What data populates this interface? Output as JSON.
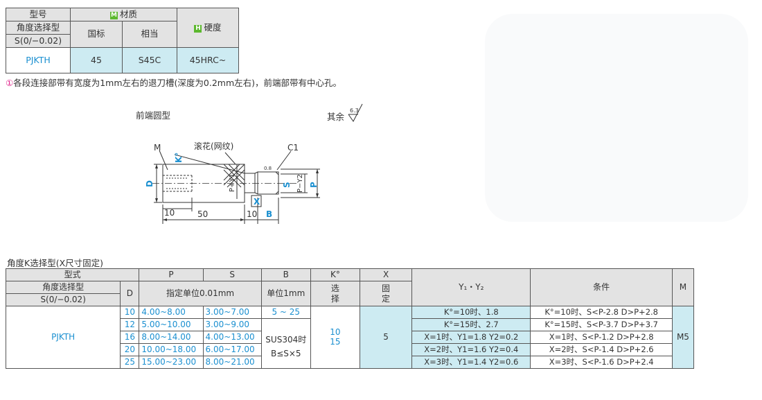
{
  "spec_table": {
    "header": {
      "model": "型号",
      "material": "材质",
      "material_badge": "M",
      "hardness": "硬度",
      "hardness_badge": "H",
      "angle_type": "角度选择型",
      "tolerance": "S(0/−0.02)",
      "gb": "国标",
      "equiv": "相当"
    },
    "row": {
      "model": "PJKTH",
      "gb": "45",
      "equiv": "S45C",
      "hardness": "45HRC~"
    }
  },
  "note": {
    "mark": "①",
    "text": "各段连接部带有宽度为1mm左右的退刀槽(深度为0.2mm左右)，前端部带有中心孔。"
  },
  "drawing": {
    "title": "前端圆型",
    "roughness_label": "其余",
    "roughness_value": "6.3",
    "labels": {
      "m": "M",
      "k": "K°",
      "knurl": "滚花(网纹)",
      "c1": "C1",
      "d": "D",
      "py1": "P+Y1",
      "py2": "P−Y2",
      "s": "S",
      "p": "P",
      "x": "X",
      "b": "B",
      "dim10a": "10",
      "dim50": "50",
      "dim10b": "10",
      "finish": "0.8"
    }
  },
  "main_table": {
    "title": "角度K选择型(X尺寸固定)",
    "header": {
      "type": "型式",
      "p": "P",
      "s": "S",
      "b": "B",
      "k": "K°",
      "x": "X",
      "y": "Y₁・Y₂",
      "cond": "条件",
      "m": "M",
      "angle_type": "角度选择型",
      "tolerance": "S(0/−0.02)",
      "d": "D",
      "unit001": "指定单位0.01mm",
      "unit1": "单位1mm",
      "select": "选择",
      "fixed": "固定"
    },
    "model": "PJKTH",
    "d_values": [
      "10",
      "12",
      "16",
      "20",
      "25"
    ],
    "p_ranges": [
      "4.00~8.00",
      "5.00~10.00",
      "8.00~14.00",
      "10.00~18.00",
      "15.00~23.00"
    ],
    "s_ranges": [
      "3.00~7.00",
      "3.00~9.00",
      "4.00~13.00",
      "6.00~17.00",
      "8.00~21.00"
    ],
    "b_range": "5 ~ 25",
    "b_note1": "SUS304时",
    "b_note2": "B≤S×5",
    "k_values": [
      "10",
      "15"
    ],
    "x_value": "5",
    "m_value": "M5",
    "y_rows": [
      "K°=10时、1.8",
      "K°=15时、2.7",
      "X=1时、Y1=1.8  Y2=0.2",
      "X=2时、Y1=1.6  Y2=0.4",
      "X=3时、Y1=1.4  Y2=0.6"
    ],
    "cond_rows": [
      "K°=10时、S<P-2.8  D>P+2.8",
      "K°=15时、S<P-3.7  D>P+3.7",
      "X=1时、S<P-1.2  D>P+2.8",
      "X=2时、S<P-1.4  D>P+2.6",
      "X=3时、S<P-1.6  D>P+2.4"
    ]
  }
}
